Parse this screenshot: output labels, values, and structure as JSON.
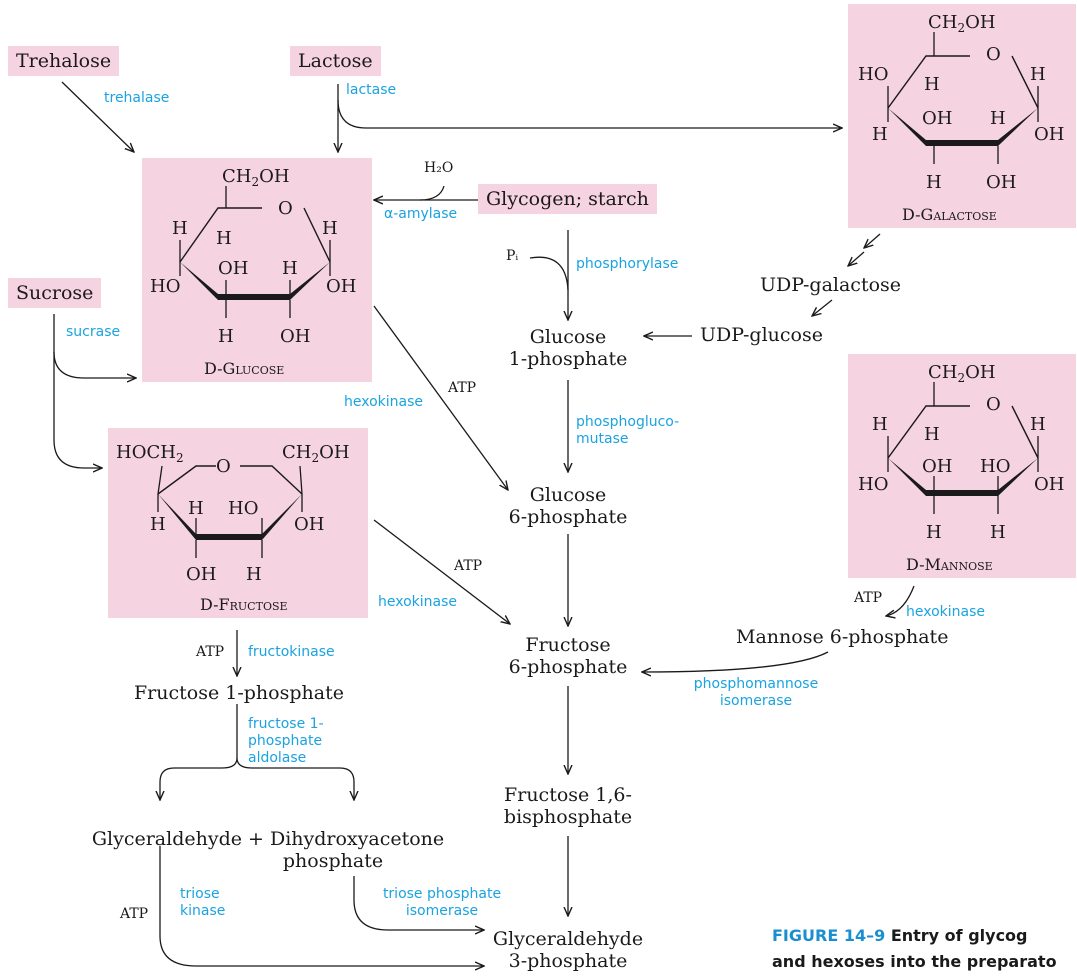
{
  "sugars": {
    "trehalose": "Trehalose",
    "lactose": "Lactose",
    "sucrose": "Sucrose",
    "glycogen": "Glycogen; starch"
  },
  "structures": {
    "glucose": {
      "name": "D-Glucose",
      "top": "CH₂OH",
      "ring_o": "O",
      "atoms": [
        "H",
        "H",
        "H",
        "HO",
        "OH",
        "H",
        "OH",
        "H",
        "OH"
      ]
    },
    "galactose": {
      "name": "D-Galactose"
    },
    "mannose": {
      "name": "D-Mannose"
    },
    "fructose": {
      "name": "D-Fructose",
      "left_top": "HOCH₂",
      "right_top": "CH₂OH"
    }
  },
  "metabolites": {
    "udp_galactose": "UDP-galactose",
    "udp_glucose": "UDP-glucose",
    "glucose_1p_a": "Glucose",
    "glucose_1p_b": "1-phosphate",
    "glucose_6p_a": "Glucose",
    "glucose_6p_b": "6-phosphate",
    "fructose_6p_a": "Fructose",
    "fructose_6p_b": "6-phosphate",
    "mannose_6p": "Mannose 6-phosphate",
    "fructose_1p": "Fructose 1-phosphate",
    "fbp_a": "Fructose 1,6-",
    "fbp_b": "bisphosphate",
    "gad_dhap_a": "Glyceraldehyde + Dihydroxyacetone",
    "gad_dhap_b": "phosphate",
    "g3p_a": "Glyceraldehyde",
    "g3p_b": "3-phosphate"
  },
  "enzymes": {
    "trehalase": "trehalase",
    "lactase": "lactase",
    "amylase": "α-amylase",
    "sucrase": "sucrase",
    "phosphorylase": "phosphorylase",
    "phosphoglucomutase_a": "phosphogluco-",
    "phosphoglucomutase_b": "mutase",
    "hexokinase_glc": "hexokinase",
    "hexokinase_fru": "hexokinase",
    "hexokinase_man": "hexokinase",
    "fructokinase": "fructokinase",
    "aldolase_a": "fructose 1-",
    "aldolase_b": "phosphate",
    "aldolase_c": "aldolase",
    "triose_kinase_a": "triose",
    "triose_kinase_b": "kinase",
    "tpi_a": "triose phosphate",
    "tpi_b": "isomerase",
    "pmi_a": "phosphomannose",
    "pmi_b": "isomerase"
  },
  "cofactors": {
    "h2o": "H₂O",
    "pi": "Pᵢ",
    "atp_glc": "ATP",
    "atp_fru": "ATP",
    "atp_man": "ATP",
    "atp_fructokinase": "ATP",
    "atp_triose": "ATP"
  },
  "caption": {
    "number": "FIGURE 14–9",
    "line1": "Entry of glycog",
    "line2": "and hexoses into the preparato"
  },
  "colors": {
    "box": "#f5d3e0",
    "enzyme": "#1aa3e0",
    "caption_number": "#1a8fd0"
  }
}
